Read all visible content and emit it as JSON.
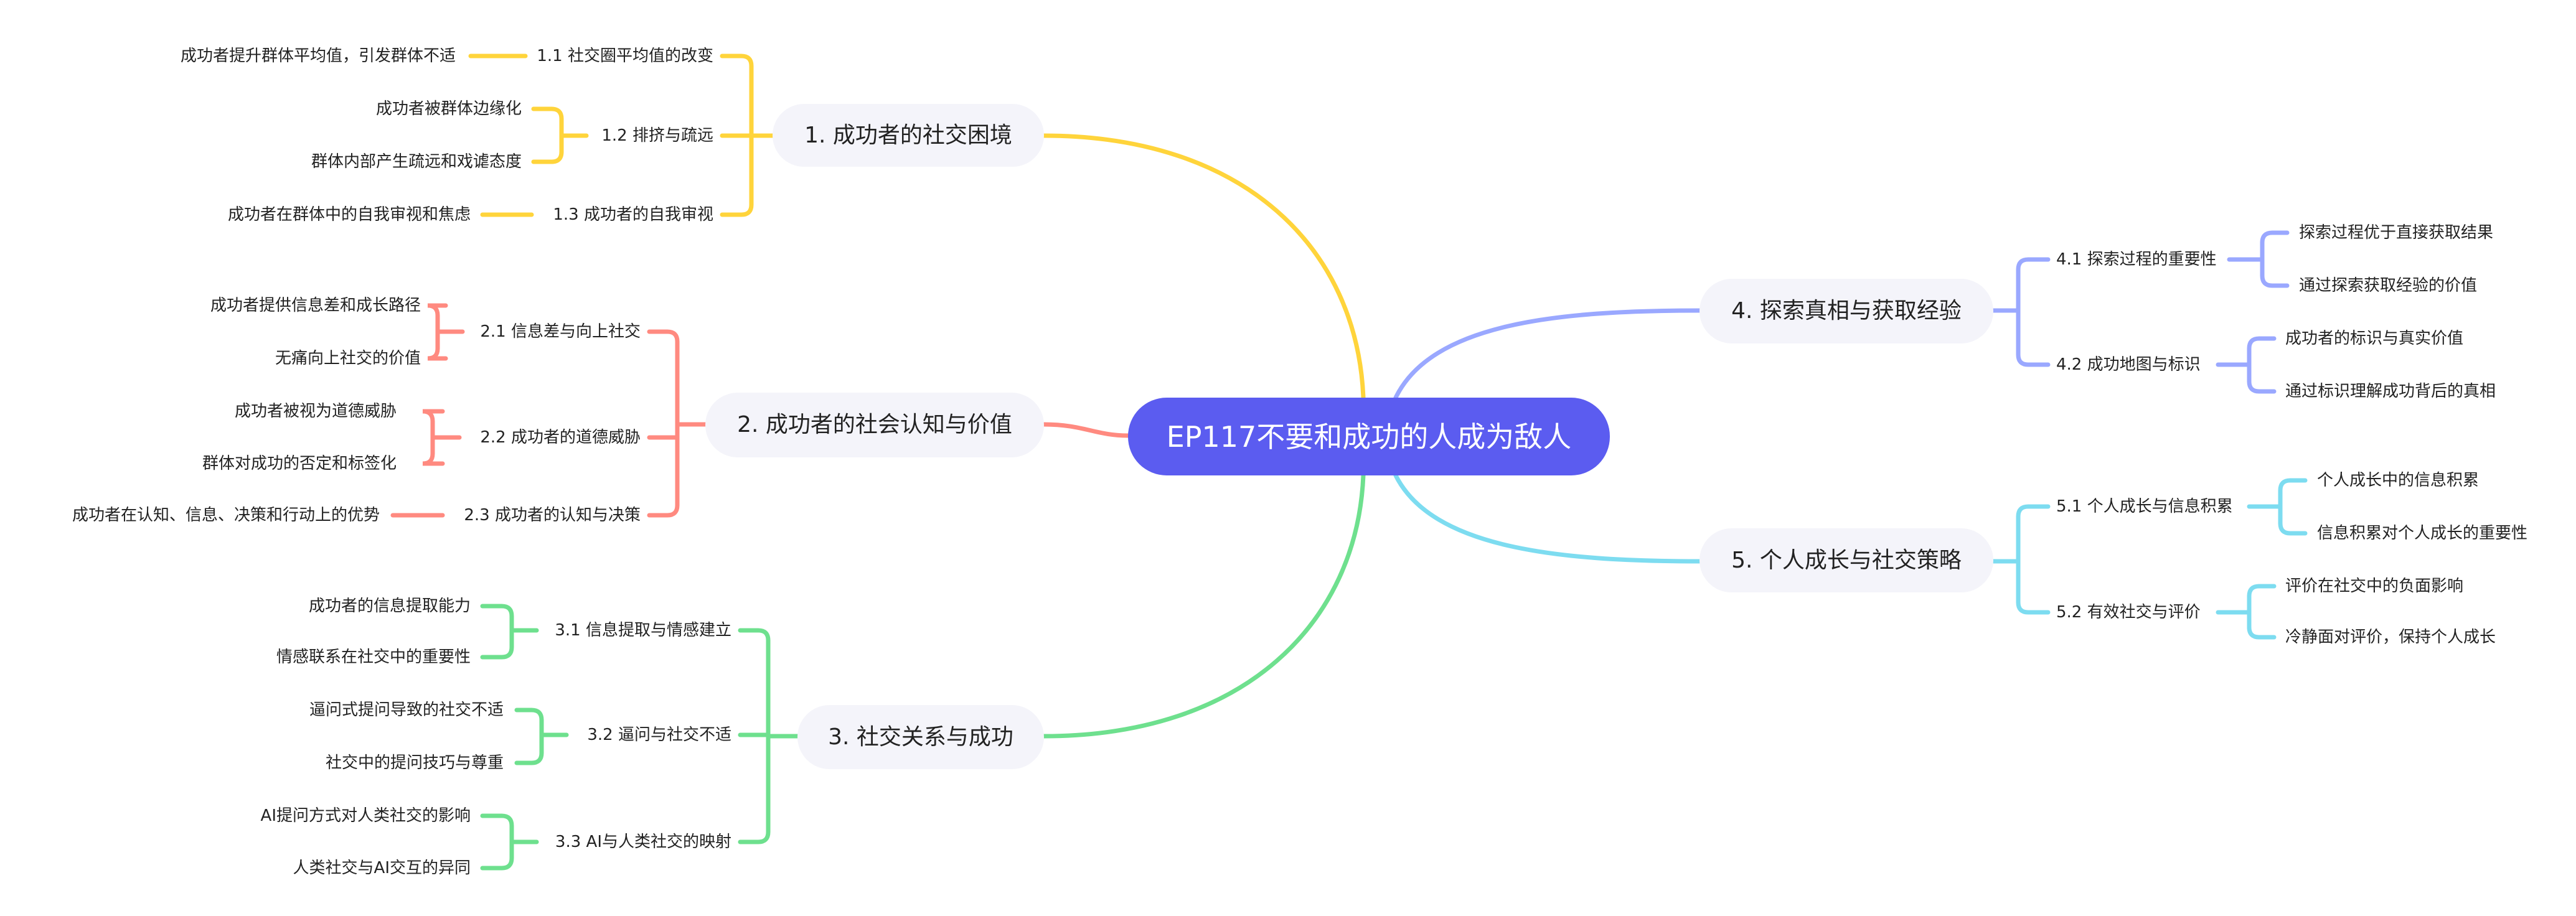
{
  "title": "EP117不要和成功的人成为敌人",
  "colors": {
    "center": "#5B5CF0",
    "branch1": "#FFD43B",
    "branch2": "#FF8A80",
    "branch3": "#6EE08E",
    "branch4": "#9AA8FF",
    "branch5": "#7DDCF0",
    "node_bg": "#F4F4FA"
  },
  "branches": [
    {
      "label": "1. 成功者的社交困境",
      "children": [
        {
          "label": "1.1 社交圈平均值的改变",
          "leaves": [
            "成功者提升群体平均值，引发群体不适"
          ]
        },
        {
          "label": "1.2  排挤与疏远",
          "leaves": [
            "成功者被群体边缘化",
            "群体内部产生疏远和戏谑态度"
          ]
        },
        {
          "label": "1.3  成功者的自我审视",
          "leaves": [
            "成功者在群体中的自我审视和焦虑"
          ]
        }
      ]
    },
    {
      "label": "2. 成功者的社会认知与价值",
      "children": [
        {
          "label": "2.1 信息差与向上社交",
          "leaves": [
            "成功者提供信息差和成长路径",
            "无痛向上社交的价值"
          ]
        },
        {
          "label": "2.2  成功者的道德威胁",
          "leaves": [
            "成功者被视为道德威胁",
            "群体对成功的否定和标签化"
          ]
        },
        {
          "label": "2.3 成功者的认知与决策",
          "leaves": [
            "成功者在认知、信息、决策和行动上的优势"
          ]
        }
      ]
    },
    {
      "label": "3. 社交关系与成功",
      "children": [
        {
          "label": "3.1 信息提取与情感建立",
          "leaves": [
            "成功者的信息提取能力",
            "情感联系在社交中的重要性"
          ]
        },
        {
          "label": "3.2  逼问与社交不适",
          "leaves": [
            "逼问式提问导致的社交不适",
            "社交中的提问技巧与尊重"
          ]
        },
        {
          "label": "3.3 AI与人类社交的映射",
          "leaves": [
            "AI提问方式对人类社交的影响",
            "人类社交与AI交互的异同"
          ]
        }
      ]
    },
    {
      "label": "4. 探索真相与获取经验",
      "children": [
        {
          "label": "4.1 探索过程的重要性",
          "leaves": [
            "探索过程优于直接获取结果",
            "通过探索获取经验的价值"
          ]
        },
        {
          "label": "4.2  成功地图与标识",
          "leaves": [
            "成功者的标识与真实价值",
            "通过标识理解成功背后的真相"
          ]
        }
      ]
    },
    {
      "label": "5. 个人成长与社交策略",
      "children": [
        {
          "label": "5.1 个人成长与信息积累",
          "leaves": [
            "个人成长中的信息积累",
            "信息积累对个人成长的重要性"
          ]
        },
        {
          "label": "5.2  有效社交与评价",
          "leaves": [
            "评价在社交中的负面影响",
            "冷静面对评价，保持个人成长"
          ]
        }
      ]
    }
  ]
}
